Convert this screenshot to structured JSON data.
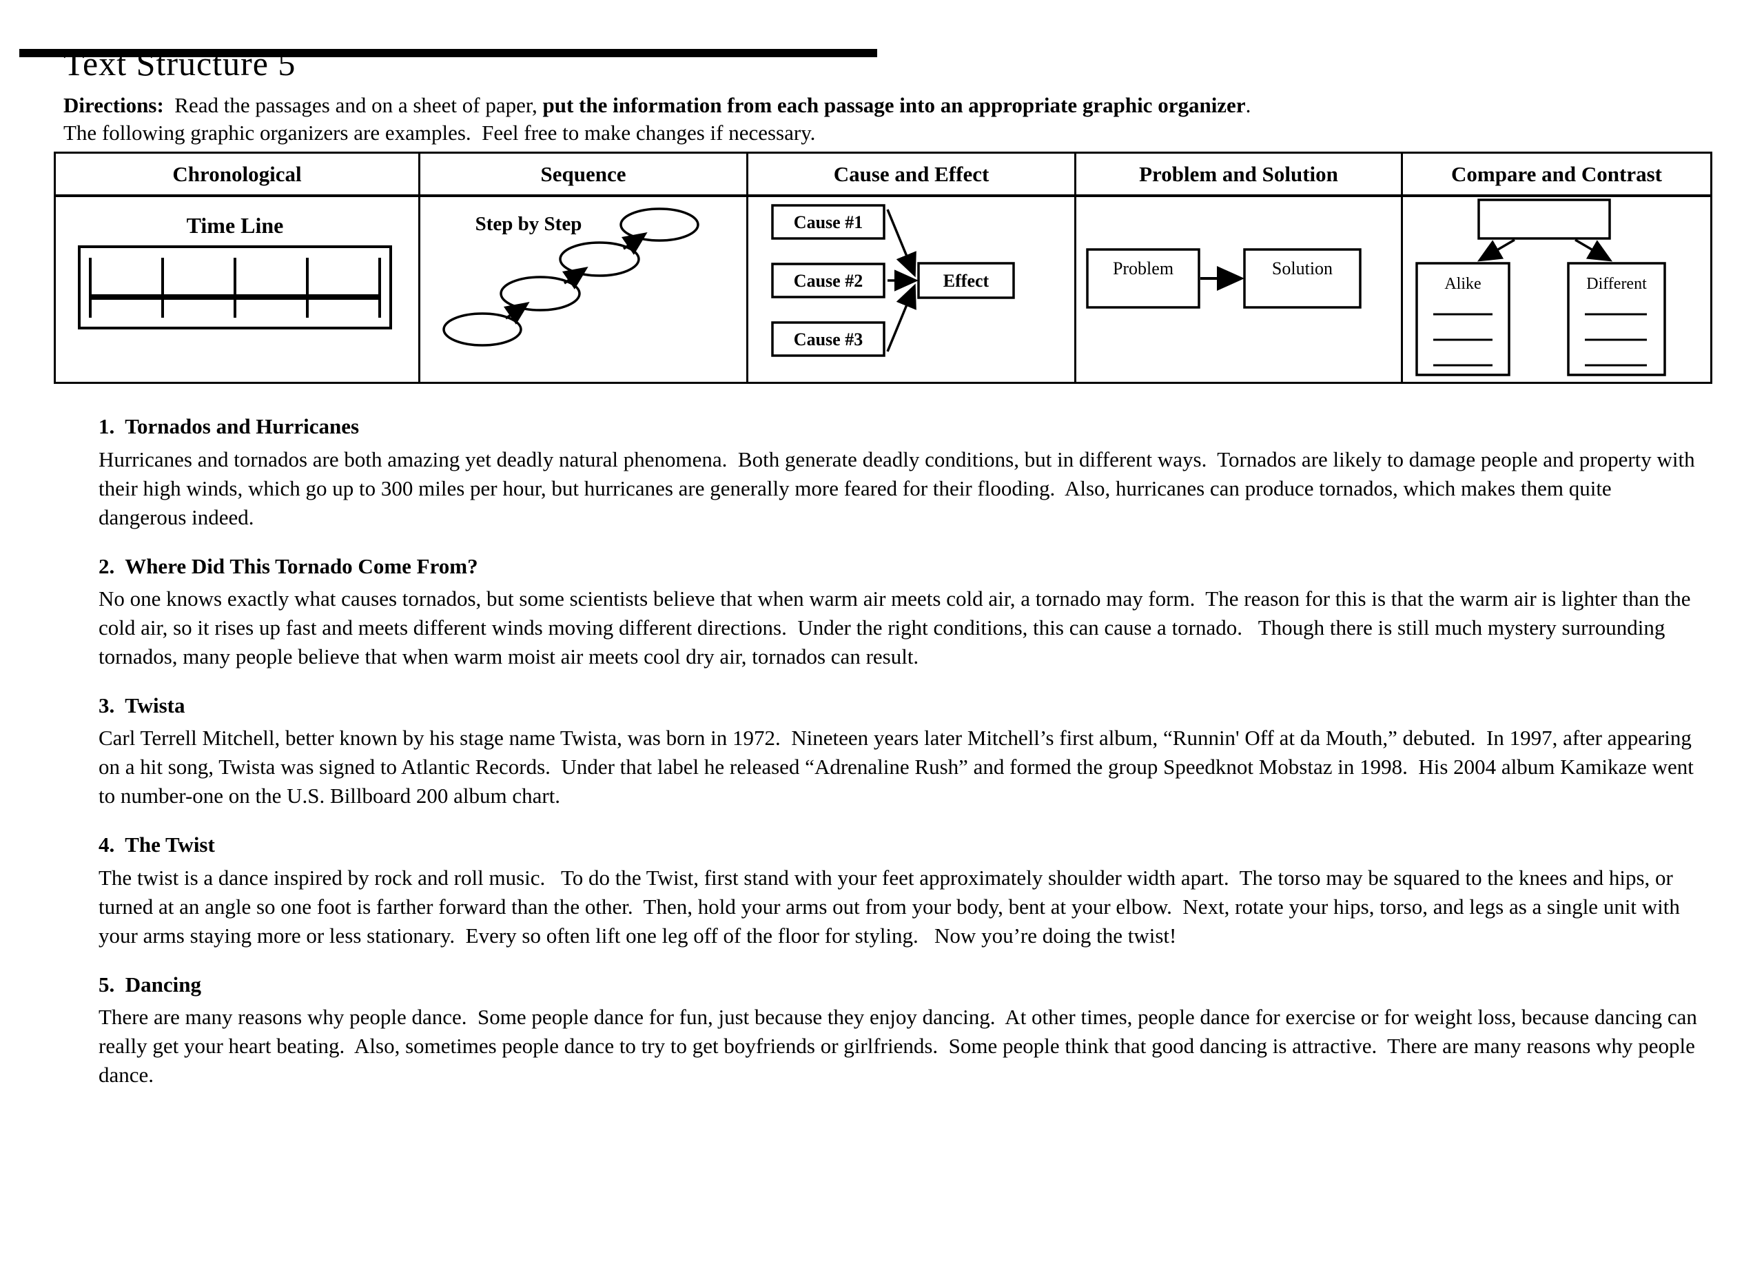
{
  "page": {
    "title": "Text Structure 5",
    "directions": {
      "label": "Directions:",
      "lead": "  Read the passages and on a sheet of paper, ",
      "bold_part": "put the information from each passage into an appropriate graphic organizer",
      "tail": ".",
      "line2": "The following graphic organizers are examples.  Feel free to make changes if necessary."
    }
  },
  "organizer_table": {
    "columns": [
      {
        "header": "Chronological",
        "diagram": {
          "label": "Time Line"
        }
      },
      {
        "header": "Sequence",
        "diagram": {
          "label": "Step by Step"
        }
      },
      {
        "header": "Cause and Effect",
        "diagram": {
          "causes": [
            "Cause #1",
            "Cause #2",
            "Cause #3"
          ],
          "effect": "Effect"
        }
      },
      {
        "header": "Problem and Solution",
        "diagram": {
          "problem": "Problem",
          "solution": "Solution"
        }
      },
      {
        "header": "Compare and Contrast",
        "diagram": {
          "alike": "Alike",
          "different": "Different"
        }
      }
    ]
  },
  "passages": [
    {
      "heading": "1.  Tornados and Hurricanes",
      "body": "Hurricanes and tornados are both amazing yet deadly natural phenomena.  Both generate deadly conditions, but in different ways.  Tornados are likely to damage people and property with their high winds, which go up to 300 miles per hour, but hurricanes are generally more feared for their flooding.  Also, hurricanes can produce tornados, which makes them quite dangerous indeed."
    },
    {
      "heading": "2.  Where Did This Tornado Come From?",
      "body": "No one knows exactly what causes tornados, but some scientists believe that when warm air meets cold air, a tornado may form.  The reason for this is that the warm air is lighter than the cold air, so it rises up fast and meets different winds moving different directions.  Under the right conditions, this can cause a tornado.   Though there is still much mystery surrounding tornados, many people believe that when warm moist air meets cool dry air, tornados can result."
    },
    {
      "heading": "3.  Twista",
      "body": "Carl Terrell Mitchell, better known by his stage name Twista, was born in 1972.  Nineteen years later Mitchell’s first album, “Runnin' Off at da Mouth,” debuted.  In 1997, after appearing on a hit song, Twista was signed to Atlantic Records.  Under that label he released “Adrenaline Rush” and formed the group Speedknot Mobstaz in 1998.  His 2004 album Kamikaze went to number-one on the U.S. Billboard 200 album chart."
    },
    {
      "heading": "4.  The Twist",
      "body": "The twist is a dance inspired by rock and roll music.   To do the Twist, first stand with your feet approximately shoulder width apart.  The torso may be squared to the knees and hips, or turned at an angle so one foot is farther forward than the other.  Then, hold your arms out from your body, bent at your elbow.  Next, rotate your hips, torso, and legs as a single unit with your arms staying more or less stationary.  Every so often lift one leg off of the floor for styling.   Now you’re doing the twist!"
    },
    {
      "heading": "5.  Dancing",
      "body": "There are many reasons why people dance.  Some people dance for fun, just because they enjoy dancing.  At other times, people dance for exercise or for weight loss, because dancing can really get your heart beating.  Also, sometimes people dance to try to get boyfriends or girlfriends.  Some people think that good dancing is attractive.  There are many reasons why people dance."
    }
  ]
}
